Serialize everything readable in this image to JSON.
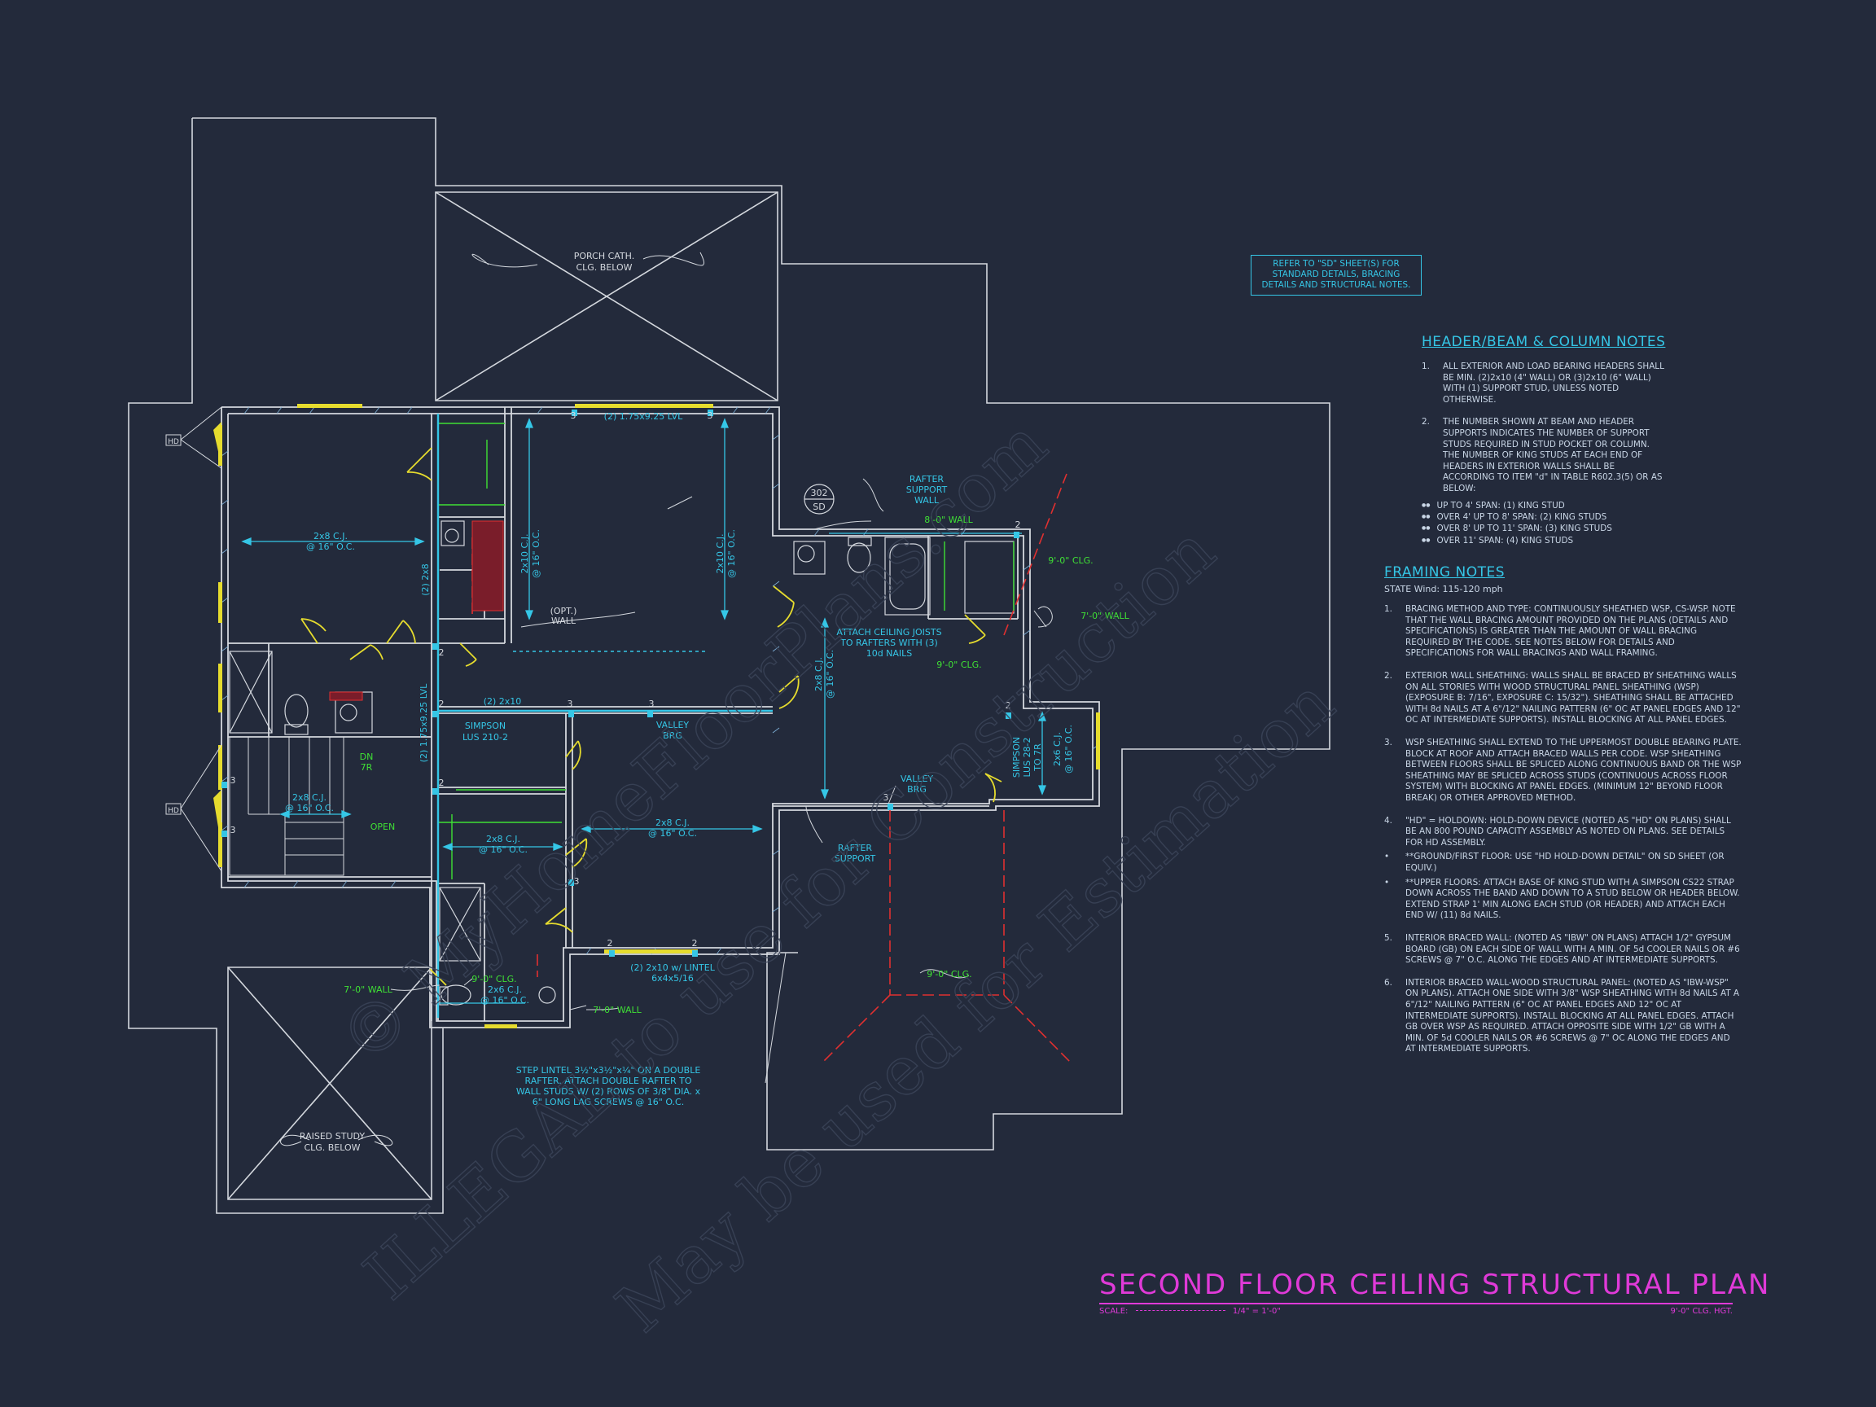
{
  "colors": {
    "background": "#232a3b",
    "outline": "#d4d8de",
    "cyan": "#35c6e6",
    "green": "#3fe035",
    "magenta": "#e03ad8",
    "yellow": "#e6dc2e",
    "red": "#e03030"
  },
  "ref_note": [
    "REFER TO \"SD\" SHEET(S) FOR",
    "STANDARD DETAILS, BRACING",
    "DETAILS AND STRUCTURAL NOTES."
  ],
  "header_notes": {
    "title": "HEADER/BEAM & COLUMN NOTES",
    "items": [
      {
        "num": "1.",
        "text": "ALL EXTERIOR AND LOAD BEARING HEADERS SHALL BE MIN. (2)2x10 (4\" WALL) OR (3)2x10 (6\" WALL) WITH (1) SUPPORT STUD, UNLESS NOTED OTHERWISE."
      },
      {
        "num": "2.",
        "text": "THE NUMBER SHOWN AT BEAM AND HEADER SUPPORTS INDICATES THE NUMBER OF SUPPORT STUDS REQUIRED IN STUD POCKET OR COLUMN. THE NUMBER OF KING STUDS AT EACH END OF HEADERS IN EXTERIOR WALLS SHALL BE ACCORDING TO ITEM \"d\" IN TABLE R602.3(5) OR AS BELOW:"
      }
    ],
    "bullets": [
      "UP TO 4' SPAN: (1) KING STUD",
      "OVER 4' UP TO 8' SPAN: (2) KING STUDS",
      "OVER 8' UP TO 11' SPAN: (3) KING STUDS",
      "OVER 11' SPAN: (4) KING STUDS"
    ]
  },
  "framing_notes": {
    "title": "FRAMING NOTES",
    "subtitle": "STATE Wind: 115-120 mph",
    "items": [
      {
        "num": "1.",
        "text": "BRACING METHOD AND TYPE: CONTINUOUSLY SHEATHED WSP, CS-WSP. NOTE THAT THE WALL BRACING AMOUNT PROVIDED ON THE PLANS (DETAILS AND SPECIFICATIONS) IS GREATER THAN THE AMOUNT OF WALL BRACING REQUIRED BY THE CODE. SEE NOTES BELOW FOR DETAILS AND SPECIFICATIONS FOR WALL BRACINGS AND WALL FRAMING."
      },
      {
        "num": "2.",
        "text": "EXTERIOR WALL SHEATHING: WALLS SHALL BE BRACED BY SHEATHING WALLS ON ALL STORIES WITH WOOD STRUCTURAL PANEL SHEATHING (WSP) (EXPOSURE B: 7/16\", EXPOSURE C: 15/32\"). SHEATHING SHALL BE ATTACHED WITH 8d NAILS AT A 6\"/12\" NAILING PATTERN (6\" OC AT PANEL EDGES AND 12\" OC AT INTERMEDIATE SUPPORTS). INSTALL BLOCKING AT ALL PANEL EDGES."
      },
      {
        "num": "3.",
        "text": "WSP SHEATHING SHALL EXTEND TO THE UPPERMOST DOUBLE BEARING PLATE. BLOCK AT ROOF AND ATTACH BRACED WALLS PER CODE. WSP SHEATHING BETWEEN FLOORS SHALL BE SPLICED ALONG CONTINUOUS BAND OR THE WSP SHEATHING MAY BE SPLICED ACROSS STUDS (CONTINUOUS ACROSS FLOOR SYSTEM) WITH BLOCKING AT PANEL EDGES. (MINIMUM 12\" BEYOND FLOOR BREAK) OR OTHER APPROVED METHOD."
      },
      {
        "num": "4.",
        "text": "\"HD\" = HOLDOWN: HOLD-DOWN DEVICE (NOTED AS \"HD\" ON PLANS) SHALL BE AN 800 POUND CAPACITY ASSEMBLY AS NOTED ON PLANS. SEE DETAILS FOR HD ASSEMBLY."
      },
      {
        "num": "•",
        "text": "**GROUND/FIRST FLOOR: USE \"HD HOLD-DOWN DETAIL\" ON SD SHEET (OR EQUIV.)"
      },
      {
        "num": "•",
        "text": "**UPPER FLOORS: ATTACH BASE OF KING STUD WITH A SIMPSON CS22 STRAP DOWN ACROSS THE BAND AND DOWN TO A STUD BELOW OR HEADER BELOW. EXTEND STRAP 1' MIN ALONG EACH STUD (OR HEADER) AND ATTACH EACH END W/ (11) 8d NAILS."
      },
      {
        "num": "5.",
        "text": "INTERIOR BRACED WALL: (NOTED AS \"IBW\" ON PLANS) ATTACH 1/2\" GYPSUM BOARD (GB) ON EACH SIDE OF WALL WITH A MIN. OF 5d COOLER NAILS OR #6 SCREWS @ 7\" O.C. ALONG THE EDGES AND AT INTERMEDIATE SUPPORTS."
      },
      {
        "num": "6.",
        "text": "INTERIOR BRACED WALL-WOOD STRUCTURAL PANEL: (NOTED AS \"IBW-WSP\" ON PLANS). ATTACH ONE SIDE WITH 3/8\" WSP SHEATHING WITH 8d NAILS AT A 6\"/12\" NAILING PATTERN (6\" OC AT PANEL EDGES AND 12\" OC AT INTERMEDIATE SUPPORTS). INSTALL BLOCKING AT ALL PANEL EDGES. ATTACH GB OVER WSP AS REQUIRED. ATTACH OPPOSITE SIDE WITH 1/2\" GB WITH A MIN. OF 5d COOLER NAILS OR #6 SCREWS @ 7\" OC ALONG THE EDGES AND AT INTERMEDIATE SUPPORTS."
      }
    ]
  },
  "plan_labels": {
    "porch_cath": [
      "PORCH CATH.",
      "CLG. BELOW"
    ],
    "raised_study": [
      "RAISED STUDY",
      "CLG. BELOW"
    ],
    "lvl_top": "(2) 1.75x9.25 LVL",
    "lvl_vert": "(2) 1.75x9.25 LVL",
    "cj_2x8_a": [
      "2x8 C.J.",
      "@ 16\" O.C."
    ],
    "cj_2x10_vert_a": "2x10 C.J.",
    "cj_2x10_vert_a_sp": "@ 16\" O.C.",
    "cj_2x10_vert_b": "2x10 C.J.",
    "cj_2x10_vert_b_sp": "@ 16\" O.C.",
    "two_2x8": "(2) 2x8",
    "opt_wall": [
      "(OPT.)",
      "WALL"
    ],
    "two_2x10": "(2) 2x10",
    "simpson_lus210": [
      "SIMPSON",
      "LUS 210-2"
    ],
    "valley_brg_a": [
      "VALLEY",
      "BRG"
    ],
    "valley_brg_b": [
      "VALLEY",
      "BRG"
    ],
    "cj_2x8_b": [
      "2x8 C.J.",
      "@ 16\" O.C."
    ],
    "cj_2x8_c": [
      "2x8 C.J.",
      "@ 16\" O.C."
    ],
    "cj_2x8_d": [
      "2x8 C.J.",
      "@ 16\" O.C."
    ],
    "cj_2x8_vert": "2x8 C.J.",
    "cj_2x8_vert_sp": "@ 16\" O.C.",
    "cj_2x6_vert": "2x6 C.J.",
    "cj_2x6_vert_sp": "@ 16\" O.C.",
    "cj_2x6_b": [
      "2x6 C.J.",
      "@ 16\" O.C."
    ],
    "open": "OPEN",
    "dn": [
      "DN",
      "7R"
    ],
    "rafter_support_wall": [
      "RAFTER",
      "SUPPORT",
      "WALL"
    ],
    "rafter_support": [
      "RAFTER",
      "SUPPORT"
    ],
    "attach_ceiling": [
      "ATTACH CEILING JOISTS",
      "TO RAFTERS WITH (3)",
      "10d NAILS"
    ],
    "simpson_lus282": [
      "SIMPSON",
      "LUS 28-2",
      "TO 7R"
    ],
    "lintel": [
      "(2) 2x10 w/ LINTEL",
      "6x4x5/16"
    ],
    "step_lintel": [
      "STEP LINTEL 3½\"x3½\"x¼\" ON A DOUBLE",
      "RAFTER.  ATTACH DOUBLE RAFTER TO",
      "WALL STUDS W/ (2) ROWS OF 3/8\" DIA. x",
      "6\" LONG LAG SCREWS @ 16\" O.C."
    ],
    "detail_top": "302",
    "detail_bot": "SD",
    "hd": "HD",
    "wall_8": "8'-0\" WALL",
    "clg_9a": "9'-0\" CLG.",
    "wall_7a": "7'-0\" WALL",
    "clg_9b": "9'-0\" CLG.",
    "clg_9c": "9'-0\" CLG.",
    "clg_9d": "9'-0\" CLG.",
    "wall_7b": "7'-0\" WALL",
    "wall_7c": "7'-0\" WALL",
    "studs": [
      "3",
      "3",
      "2",
      "2",
      "3",
      "2",
      "2",
      "3",
      "3",
      "3",
      "3",
      "2",
      "3",
      "2",
      "2"
    ]
  },
  "title_block": {
    "title": "SECOND FLOOR CEILING STRUCTURAL PLAN",
    "scale_label": "SCALE:",
    "scale_value": "1/4\" = 1'-0\"",
    "ceiling_height": "9'-0\" CLG. HGT."
  },
  "watermark": [
    "© MyHomeFloorPlans.com",
    "ILLEGAL to use for Construction",
    "May be used for Estimation"
  ]
}
